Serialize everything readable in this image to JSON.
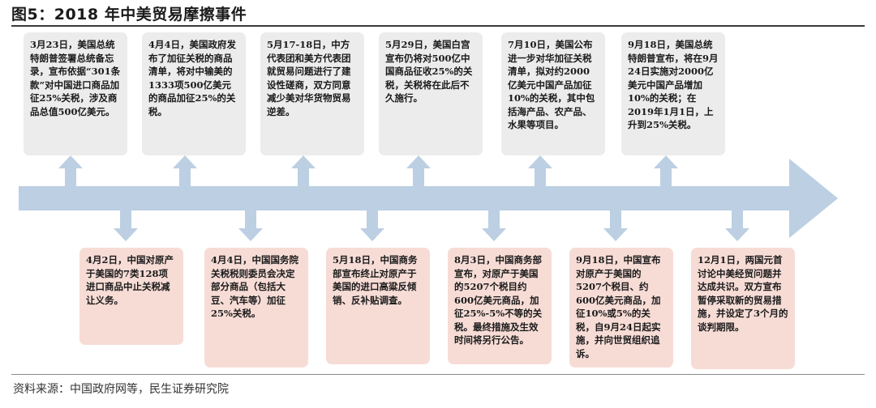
{
  "title": "图5：2018 年中美贸易摩擦事件",
  "source": "资料来源：中国政府网等，民生证券研究院",
  "colors": {
    "timeline": "#bccfe3",
    "us_event_box": "#ececec",
    "china_event_box": "#f7dcd6"
  },
  "us_events": [
    "3月23日，美国总统特朗普签署总统备忘录，宣布依据“301条款”对中国进口商品加征25%关税，涉及商品总值500亿美元。",
    "4月4日，美国政府发布了加征关税的商品清单，将对中输美的1333项500亿美元的商品加征25%的关税。",
    "5月17-18日，中方代表团和美方代表团就贸易问题进行了建设性磋商，双方同意减少美对华货物贸易逆差。",
    "5月29日，美国白宫宣布仍将对500亿中国商品征收25%的关税，关税将在此后不久施行。",
    "7月10日，美国公布进一步对华加征关税清单，拟对约2000亿美元中国产品加征10%的关税，其中包括海产品、农产品、水果等项目。",
    "9月18日，美国总统特朗普宣布，将在9月24日实施对2000亿美元中国产品增加10%的关税；在2019年1月1日，上升到25%关税。"
  ],
  "china_events": [
    "4月2日，中国对原产于美国的7类128项进口商品中止关税减让义务。",
    "4月4日，中国国务院关税税则委员会决定部分商品（包括大豆、汽车等）加征25%关税。",
    "5月18日，中国商务部宣布终止对原产于美国的进口高粱反倾销、反补贴调查。",
    "8月3日，中国商务部宣布，对原产于美国的5207个税目约600亿美元商品，加征25%-5%不等的关税。最终措施及生效时间将另行公告。",
    "9月18日，中国宣布对原产于美国的5207个税目、约600亿美元商品，加征10%或5%的关税，自9月24日起实施，并向世贸组织追诉。",
    "12月1日，两国元首讨论中美经贸问题并达成共识。双方宣布暂停采取新的贸易措施，并设定了3个月的谈判期限。"
  ]
}
